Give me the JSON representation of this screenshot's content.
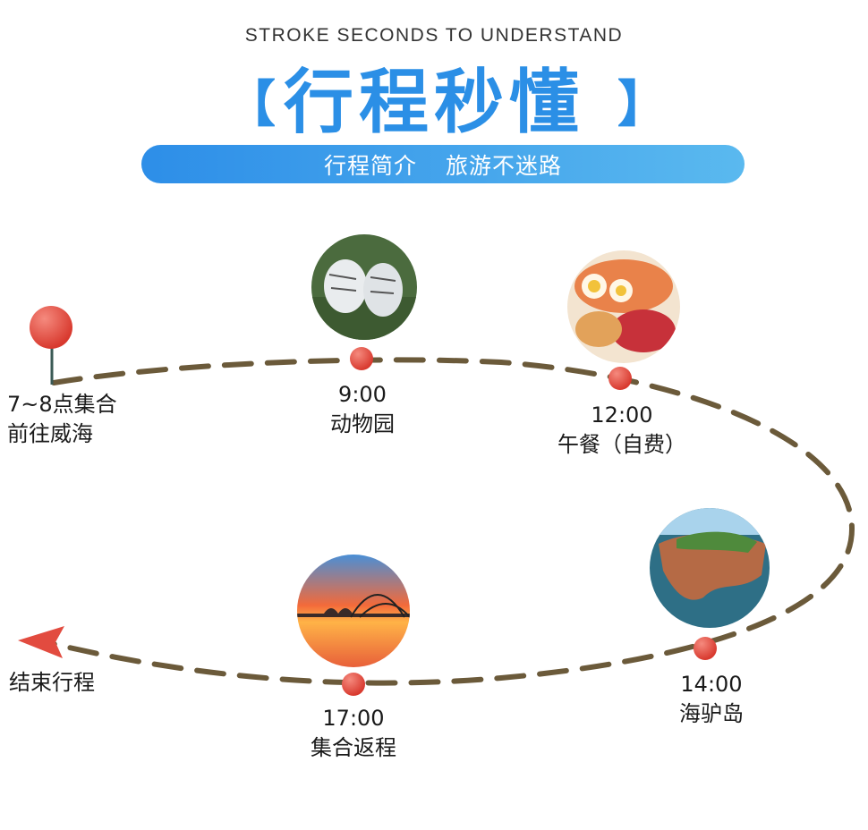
{
  "header": {
    "subtitle": "STROKE SECONDS TO UNDERSTAND",
    "title": "行程秒懂",
    "bracket_left": "【",
    "bracket_right": "】",
    "banner_left": "行程简介",
    "banner_right": "旅游不迷路"
  },
  "start": {
    "line1": "7~8点集合",
    "line2": "前往威海"
  },
  "stops": [
    {
      "time": "9:00",
      "name": "动物园",
      "photo_icon": "white-tigers-photo"
    },
    {
      "time": "12:00",
      "name": "午餐（自费）",
      "photo_icon": "food-platter-photo"
    },
    {
      "time": "14:00",
      "name": "海驴岛",
      "photo_icon": "island-coast-photo"
    },
    {
      "time": "17:00",
      "name": "集合返程",
      "photo_icon": "sunset-pier-photo"
    }
  ],
  "end": {
    "label": "结束行程"
  },
  "colors": {
    "accent": "#2b8fe6",
    "route": "#6b5a3a",
    "pin": "#e24b3f"
  }
}
